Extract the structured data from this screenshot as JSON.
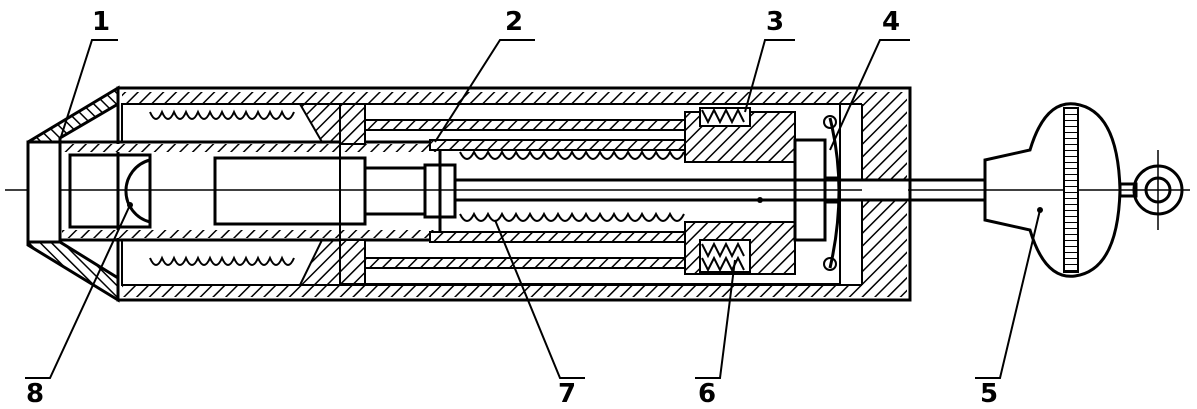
{
  "diagram": {
    "callouts": [
      {
        "id": "1",
        "label": "1"
      },
      {
        "id": "2",
        "label": "2"
      },
      {
        "id": "3",
        "label": "3"
      },
      {
        "id": "4",
        "label": "4"
      },
      {
        "id": "5",
        "label": "5"
      },
      {
        "id": "6",
        "label": "6"
      },
      {
        "id": "7",
        "label": "7"
      },
      {
        "id": "8",
        "label": "8"
      }
    ],
    "colors": {
      "ink": "#000000",
      "paper": "#ffffff"
    }
  }
}
